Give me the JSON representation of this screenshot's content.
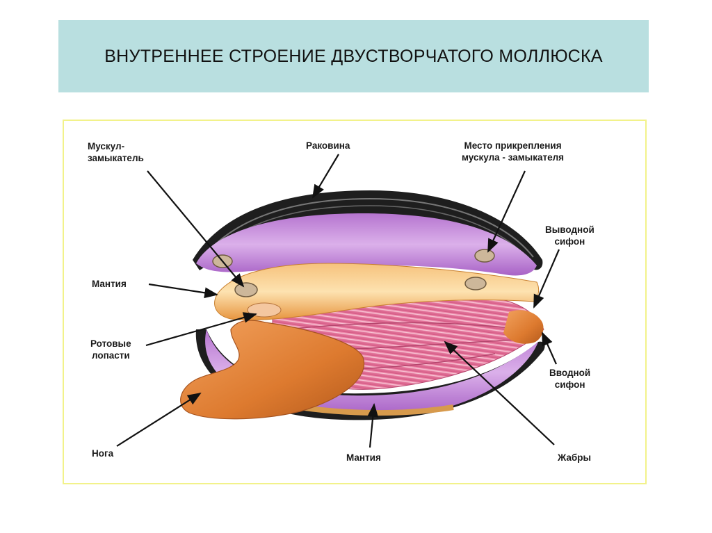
{
  "slide": {
    "title": "ВНУТРЕННЕЕ СТРОЕНИЕ ДВУСТВОРЧАТОГО МОЛЛЮСКА",
    "title_bg": "#b9dfe0",
    "frame_border": "#f2f28a"
  },
  "diagram": {
    "labels": {
      "adductor_muscle": {
        "line1": "Мускул-",
        "line2": "замыкатель"
      },
      "shell": "Раковина",
      "muscle_attachment": {
        "line1": "Место прикрепления",
        "line2": "мускула - замыкателя"
      },
      "exhalant_siphon": {
        "line1": "Выводной",
        "line2": "сифон"
      },
      "mantle_left": "Мантия",
      "oral_lobes": {
        "line1": "Ротовые",
        "line2": "лопасти"
      },
      "inhalant_siphon": {
        "line1": "Вводной",
        "line2": "сифон"
      },
      "foot": "Нога",
      "mantle_bottom": "Мантия",
      "gills": "Жабры"
    },
    "colors": {
      "shell_dark": "#1e1e1e",
      "mantle_purple": "#c58ad6",
      "body_orange": "#f0a95a",
      "foot_orange": "#d9772e",
      "gills_pink": "#e56f95"
    }
  }
}
